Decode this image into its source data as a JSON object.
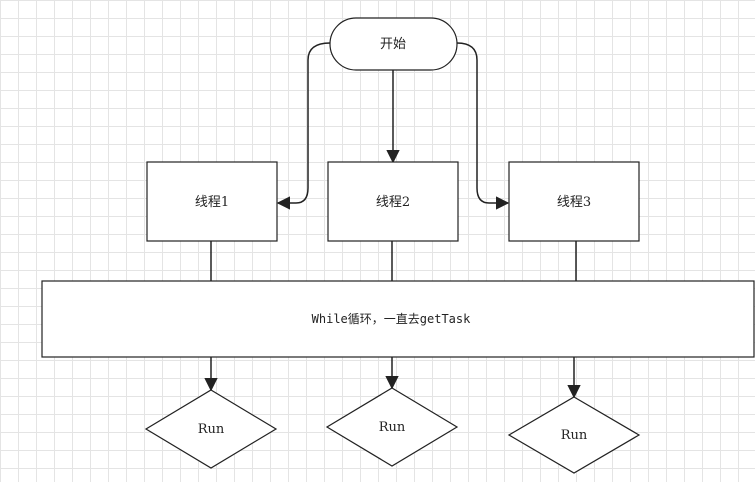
{
  "diagram": {
    "start": {
      "label": "开始"
    },
    "threads": [
      {
        "label": "线程1"
      },
      {
        "label": "线程2"
      },
      {
        "label": "线程3"
      }
    ],
    "loop": {
      "label": "While循环，一直去getTask"
    },
    "runs": [
      {
        "label": "Run"
      },
      {
        "label": "Run"
      },
      {
        "label": "Run"
      }
    ],
    "colors": {
      "stroke": "#222222",
      "fill": "#ffffff",
      "grid": "#e4e4e4"
    }
  }
}
